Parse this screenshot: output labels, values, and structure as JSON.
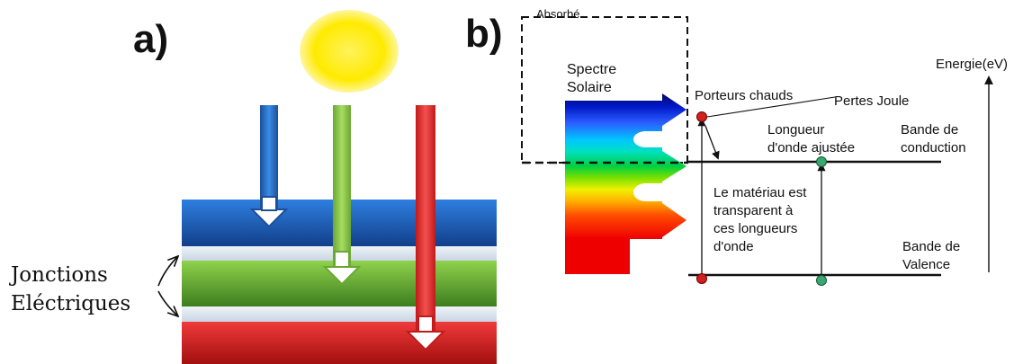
{
  "panel_a": {
    "label": "a)",
    "junction_label_line1": "Jonctions",
    "junction_label_line2": "Eléctriques"
  },
  "panel_b": {
    "label": "b)",
    "absorbed_label": "Absorbé",
    "spectrum_label_line1": "Spectre",
    "spectrum_label_line2": "Solaire",
    "hot_carriers_label": "Porteurs chauds",
    "joule_losses_label": "Pertes Joule",
    "tuned_wavelength_line1": "Longueur",
    "tuned_wavelength_line2": "d'onde ajustée",
    "conduction_band_line1": "Bande de",
    "conduction_band_line2": "conduction",
    "transparent_line1": "Le matériau est",
    "transparent_line2": "transparent à",
    "transparent_line3": "ces longueurs",
    "transparent_line4": "d'onde",
    "valence_band_line1": "Bande de",
    "valence_band_line2": "Valence",
    "energy_axis_label": "Energie(eV)"
  },
  "colors": {
    "sun": "#fff200",
    "blue_layer": "#1f5fbf",
    "green_layer": "#5cab2e",
    "red_layer": "#dd2222",
    "hot_carrier_dot": "#d22020",
    "tuned_dot": "#3aa870"
  }
}
